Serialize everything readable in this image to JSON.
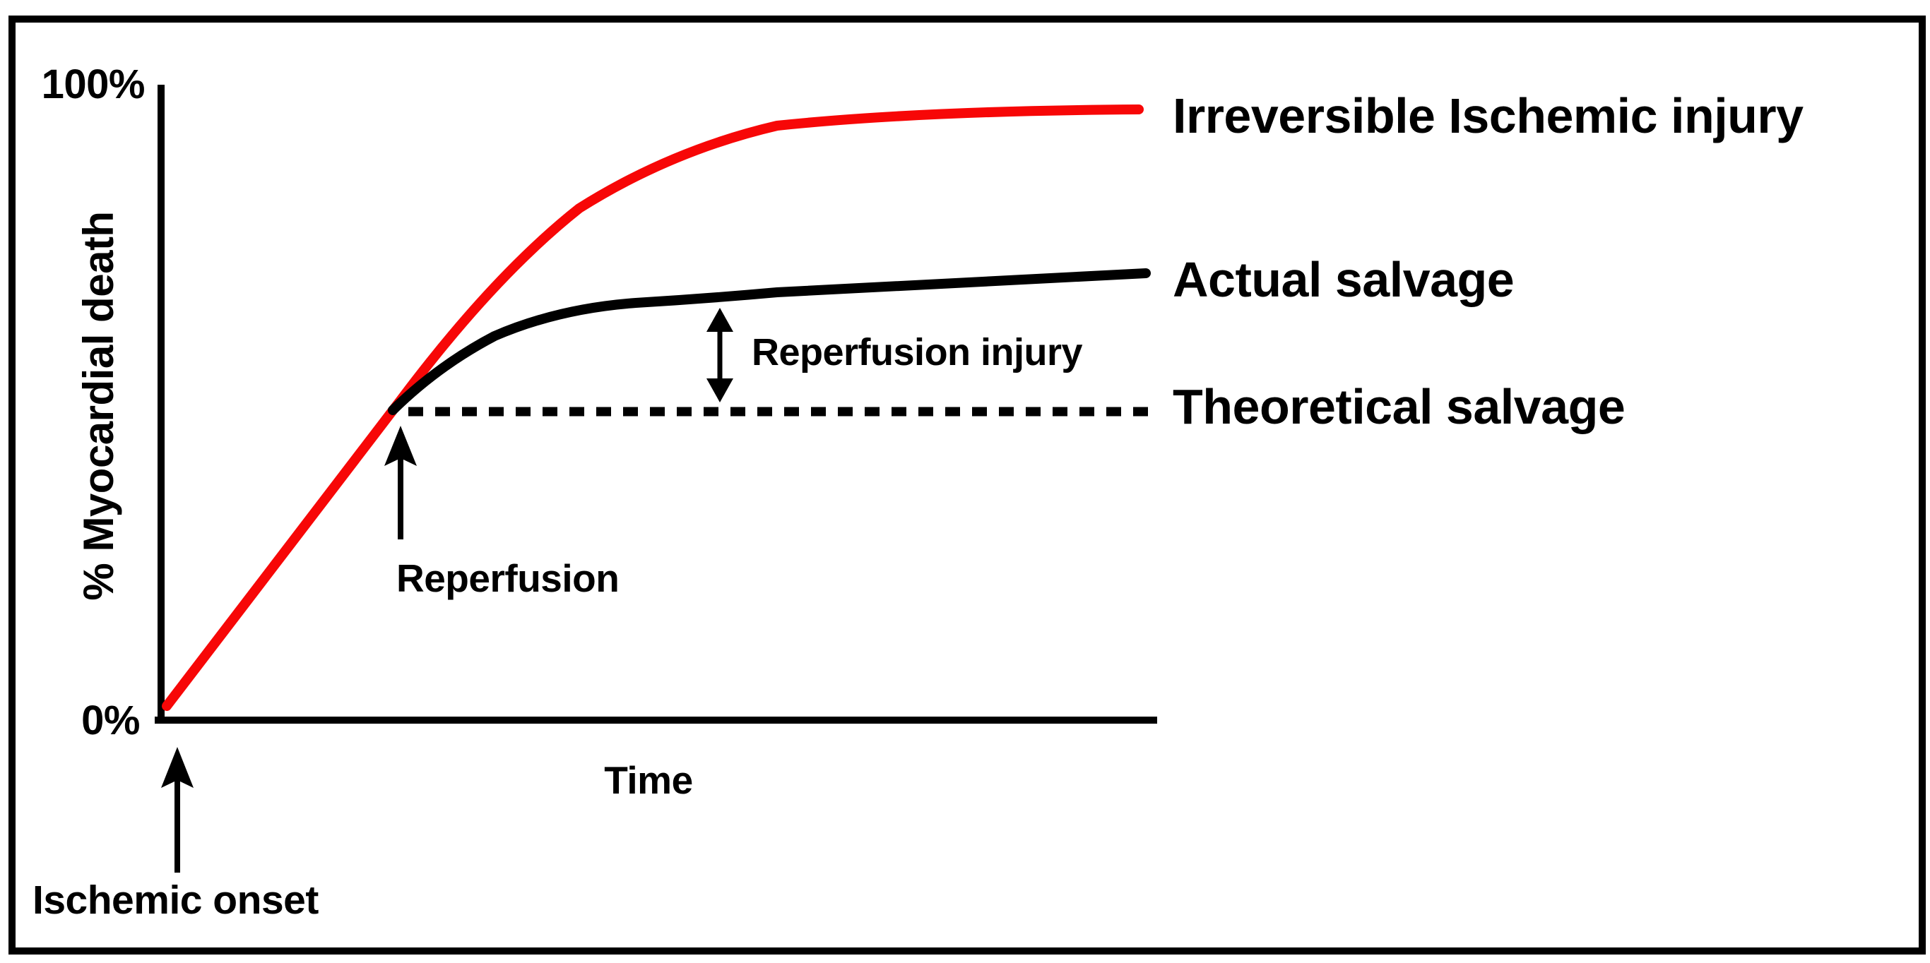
{
  "figure": {
    "type": "annotated line figure",
    "axes": {
      "y_top_tick": "100%",
      "y_bottom_tick": "0%",
      "y_title": "% Myocardial death",
      "x_title": "Time"
    },
    "labels": {
      "irreversible": "Irreversible Ischemic injury",
      "actual": "Actual salvage",
      "theoretical": "Theoretical salvage",
      "reperfusion_injury": "Reperfusion injury",
      "reperfusion": "Reperfusion",
      "ischemic_onset": "Ischemic onset"
    }
  },
  "colors": {
    "red": "#f70707",
    "black": "#000000",
    "background": "#ffffff"
  },
  "chart_data": {
    "type": "line",
    "title": "",
    "xlabel": "Time",
    "ylabel": "% Myocardial death",
    "xlim": [
      0,
      10
    ],
    "ylim": [
      0,
      100
    ],
    "x_units": "arbitrary time units (unlabeled axis)",
    "grid": false,
    "legend_position": "right-of-line labels",
    "series": [
      {
        "name": "Irreversible Ischemic injury",
        "color": "#f70707",
        "style": "solid",
        "x": [
          0.0,
          0.9,
          1.6,
          2.3,
          3.0,
          3.7,
          4.4,
          5.1,
          5.8,
          6.5,
          7.6,
          8.7,
          9.8
        ],
        "pct": [
          2,
          19,
          33,
          49,
          62,
          72,
          80,
          87,
          92,
          94,
          95,
          96,
          96
        ]
      },
      {
        "name": "Actual salvage",
        "color": "#000000",
        "style": "solid",
        "x": [
          2.3,
          2.8,
          3.4,
          4.1,
          4.8,
          6.2,
          7.6,
          8.7,
          9.9
        ],
        "pct": [
          49,
          56,
          60,
          64,
          66,
          67,
          69,
          69,
          70
        ]
      },
      {
        "name": "Theoretical salvage",
        "color": "#000000",
        "style": "dashed",
        "x": [
          2.3,
          9.9
        ],
        "pct": [
          49,
          49
        ]
      }
    ],
    "annotations": [
      {
        "text": "Ischemic onset",
        "type": "arrow-up below x-axis",
        "x": 0.2
      },
      {
        "text": "Reperfusion",
        "type": "arrow-up to theoretical salvage start",
        "x": 2.4
      },
      {
        "text": "Reperfusion injury",
        "type": "double-headed vertical arrow between Actual salvage and Theoretical salvage",
        "x": 5.6,
        "pct_from": 49,
        "pct_to": 66
      }
    ]
  }
}
